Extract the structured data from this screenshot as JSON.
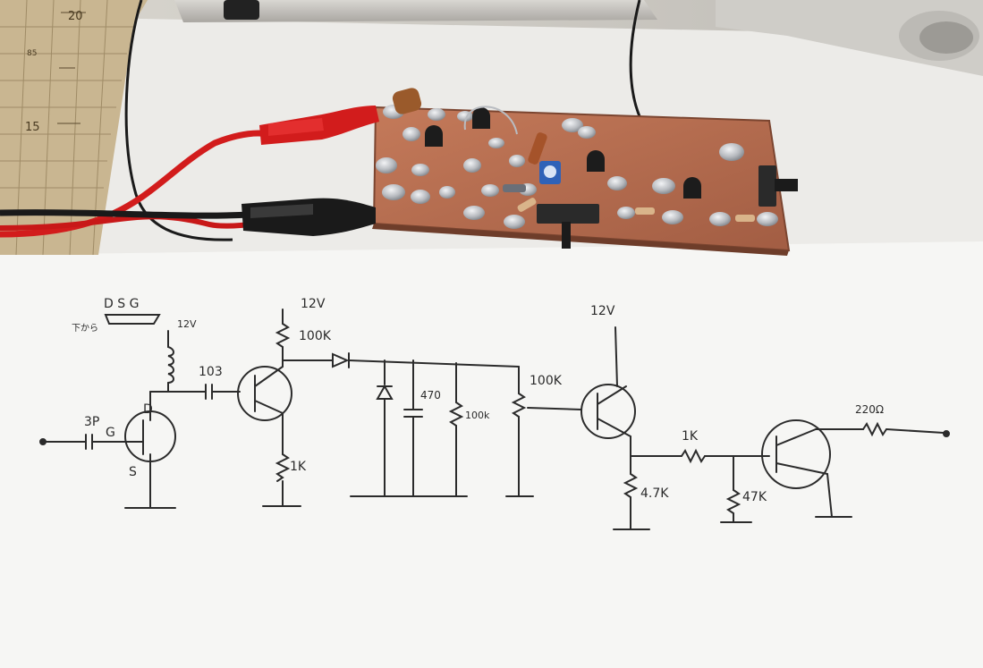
{
  "scene": {
    "description_visible": "",
    "ruler": {
      "labels": [
        "20",
        "15"
      ],
      "small_labels": [
        "85"
      ]
    },
    "schematic": {
      "fet_pins": "D S G",
      "fet_pin_note": "下から",
      "supply_fet": "12V",
      "supply_q1": "12V",
      "supply_q2": "12V",
      "coupling_cap": "103",
      "input_cap": "3P",
      "gate_label": "G",
      "drain_label": "D",
      "source_label": "S",
      "q1_collector_res": "100K",
      "q1_emitter_res": "1K",
      "filter_cap": "470",
      "load_res": "100k",
      "pot": "100K",
      "base_res": "1K",
      "q2_emitter_res": "4.7K",
      "q3_base_pulldown": "47K",
      "output_res": "220Ω"
    },
    "colors": {
      "paper": "#f6f6f4",
      "pcb": "#b06a4e",
      "solder": "#c9ccd0",
      "red_wire": "#d21c1c",
      "black_wire": "#1a1a1a",
      "cutting_mat": "#c9b691",
      "ink": "#2b2b2b"
    }
  }
}
